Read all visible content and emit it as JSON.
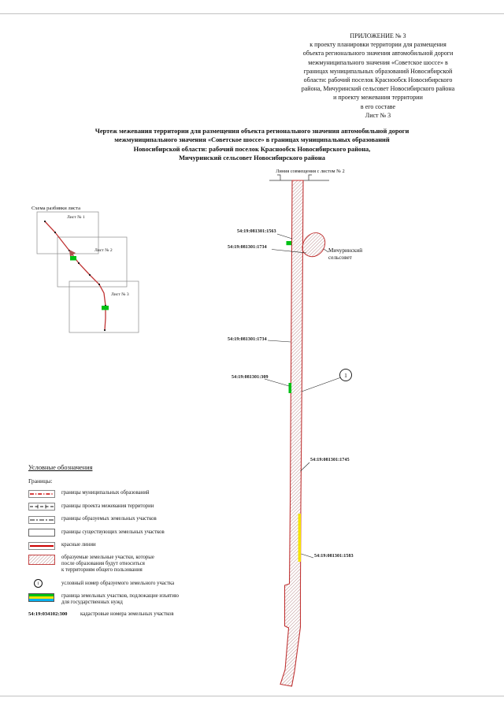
{
  "header": {
    "lines": [
      "ПРИЛОЖЕНИЕ № 3",
      "к проекту планировки территории для размещения",
      "объекта регионального значения автомобильной дороги",
      "межмуниципального значения «Советское шоссе» в",
      "границах муниципальных образований Новосибирской",
      "области: рабочий поселок Краснообск Новосибирского",
      "района, Мичуринский сельсовет Новосибирского района",
      "и проекту межевания территории",
      "в его составе",
      "Лист № 3"
    ]
  },
  "title": {
    "lines": [
      "Чертеж межевания территории для размещения объекта регионального значения автомобильной дороги",
      "межмуниципального значения «Советское шоссе» в границах муниципальных образований",
      "Новосибирской области: рабочий поселок Краснообск Новосибирского района,",
      "Мичуринский сельсовет Новосибирского района"
    ]
  },
  "map": {
    "match_line_label": "Линия совмещения с листом № 2",
    "settlement_label": "Мичуринский\nсельсовет",
    "parcel_circle_number": "1",
    "cadastral_labels": [
      "54:19:081301:1563",
      "54:19:081301:1734",
      "54:19:081301:1734",
      "54:19:081301:309",
      "54:19:081301:1745",
      "54:19:081301:1583"
    ]
  },
  "inset": {
    "title": "Схема разбивки листа",
    "sheets": [
      "Лист № 1",
      "Лист № 2",
      "Лист № 3"
    ]
  },
  "legend": {
    "title": "Условные обозначения",
    "group_label": "Границы:",
    "items": [
      {
        "label": "границы муниципальных образований"
      },
      {
        "label": "границы проекта межевания территории"
      },
      {
        "label": "границы образуемых земельных участков"
      },
      {
        "label": "границы существующих земельных участков"
      },
      {
        "label": "красные линии"
      },
      {
        "label": "образуемые земельные участки, которые\nпосле образования будут  относиться\nк территориям общего пользования"
      },
      {
        "label": "условный номер образуемого земельного участка",
        "symbol": "1"
      },
      {
        "label": "граница земельных участков, подлежащие изъятию\nдля государственных нужд"
      },
      {
        "code": "54:19:034102:300",
        "label": "кадастровые номера земельных участков"
      }
    ],
    "colors": {
      "red_line": "#c03434",
      "green": "#00c014",
      "yellow": "#f5e400",
      "blue": "#00b0f0"
    }
  }
}
